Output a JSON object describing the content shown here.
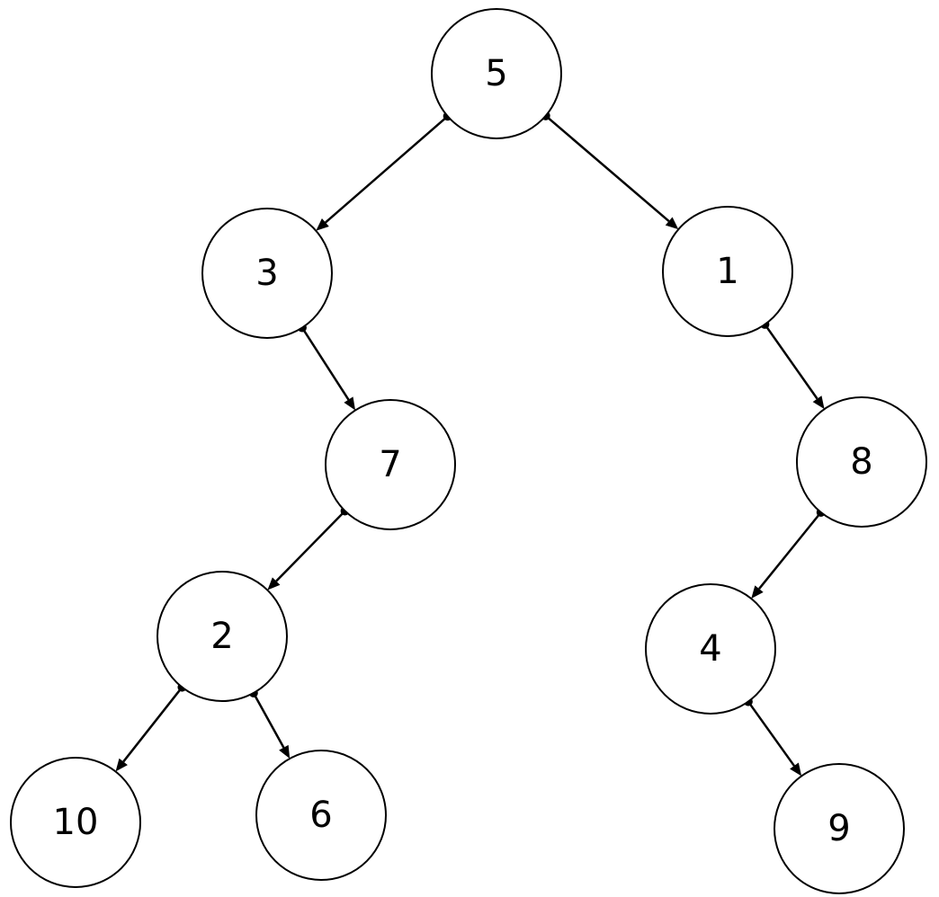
{
  "tree": {
    "nodes": [
      {
        "id": "n5",
        "label": "5"
      },
      {
        "id": "n3",
        "label": "3"
      },
      {
        "id": "n1",
        "label": "1"
      },
      {
        "id": "n7",
        "label": "7"
      },
      {
        "id": "n8",
        "label": "8"
      },
      {
        "id": "n2",
        "label": "2"
      },
      {
        "id": "n4",
        "label": "4"
      },
      {
        "id": "n10",
        "label": "10"
      },
      {
        "id": "n6",
        "label": "6"
      },
      {
        "id": "n9",
        "label": "9"
      }
    ],
    "edges": [
      {
        "from": "n5",
        "to": "n3"
      },
      {
        "from": "n5",
        "to": "n1"
      },
      {
        "from": "n3",
        "to": "n7"
      },
      {
        "from": "n1",
        "to": "n8"
      },
      {
        "from": "n7",
        "to": "n2"
      },
      {
        "from": "n8",
        "to": "n4"
      },
      {
        "from": "n2",
        "to": "n10"
      },
      {
        "from": "n2",
        "to": "n6"
      },
      {
        "from": "n4",
        "to": "n9"
      }
    ]
  }
}
